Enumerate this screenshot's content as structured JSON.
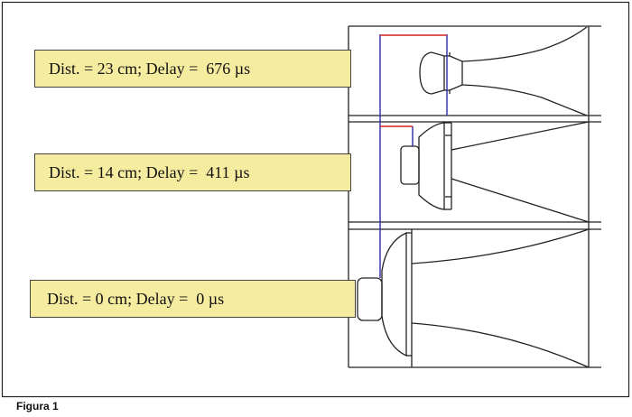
{
  "labels": [
    {
      "text": "Dist. = 23 cm; Delay =  676 µs"
    },
    {
      "text": "Dist. = 14 cm; Delay =  411 µs"
    },
    {
      "text": "Dist. = 0 cm; Delay =  0 µs"
    }
  ],
  "caption": "Figura 1",
  "colors": {
    "label_fill": "#f6eca0",
    "reference_line": "#2a2aa6",
    "distance_marker": "#d42020",
    "outline": "#222222"
  }
}
